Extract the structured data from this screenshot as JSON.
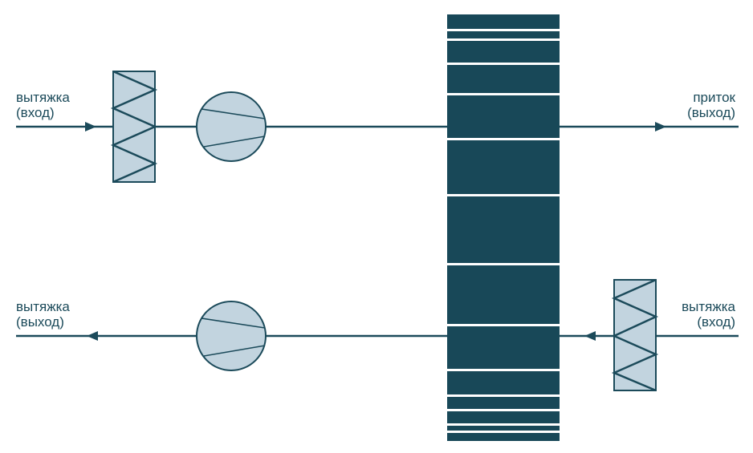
{
  "diagram": {
    "colors": {
      "line": "#1b4a5a",
      "component_fill": "#c2d4df",
      "exchanger_fill": "#184858",
      "exchanger_stripe": "#ffffff"
    },
    "labels": {
      "extract_in_left": {
        "line1": "вытяжка",
        "line2": "(вход)"
      },
      "supply_out": {
        "line1": "приток",
        "line2": "(выход)"
      },
      "extract_out": {
        "line1": "вытяжка",
        "line2": "(выход)"
      },
      "extract_in_right": {
        "line1": "вытяжка",
        "line2": "(вход)"
      }
    },
    "components": {
      "filter_top": {
        "icon": "zigzag-filter-icon"
      },
      "fan_top": {
        "icon": "fan-icon"
      },
      "heat_exchanger": {
        "icon": "plate-heat-exchanger-icon"
      },
      "fan_bottom": {
        "icon": "fan-icon"
      },
      "filter_bottom": {
        "icon": "zigzag-filter-icon"
      }
    }
  }
}
